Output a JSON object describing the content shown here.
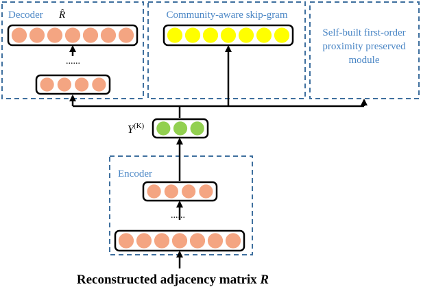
{
  "panels": {
    "decoder": {
      "label": "Decoder",
      "output_symbol": "R̂"
    },
    "skipgram": {
      "label": "Community-aware skip-gram"
    },
    "selfbuilt": {
      "line1": "Self-built first-order",
      "line2": "proximity preserved",
      "line3": "module"
    },
    "encoder": {
      "label": "Encoder"
    }
  },
  "embedding": {
    "symbol": "Y",
    "superscript": "(K)"
  },
  "input_label": {
    "text": "Reconstructed adjacency matrix ",
    "symbol": "R"
  },
  "ellipsis": "......",
  "layers": {
    "decoder_output": {
      "units": 7,
      "color": "#f4a582"
    },
    "decoder_hidden": {
      "units": 4,
      "color": "#f4a582"
    },
    "skipgram_output": {
      "units": 7,
      "color": "#ffff00"
    },
    "embedding": {
      "units": 3,
      "color": "#92d050"
    },
    "encoder_hidden": {
      "units": 4,
      "color": "#f4a582"
    },
    "encoder_input": {
      "units": 7,
      "color": "#f4a582"
    }
  },
  "colors": {
    "dashed_border": "#3e6f9e",
    "label_text": "#4a86c5",
    "arrow": "#000000"
  }
}
